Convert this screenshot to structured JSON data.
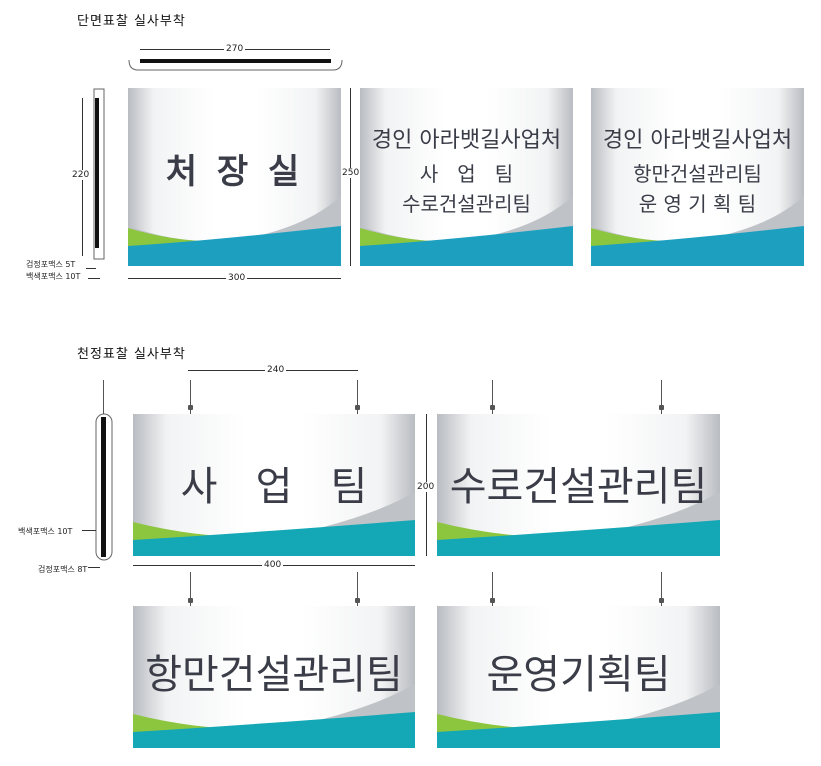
{
  "sections": {
    "wall": "단면표찰 실사부착",
    "ceiling": "천정표찰 실사부착"
  },
  "dimensions": {
    "wall_top_width": "270",
    "wall_side_height": "220",
    "wall_sign_height": "250",
    "wall_sign_width": "300",
    "ceiling_rod_spacing": "240",
    "ceiling_sign_height": "200",
    "ceiling_sign_width": "400"
  },
  "materials": {
    "wall_layer1": "검정포맥스 5T",
    "wall_layer2": "백색포맥스 10T",
    "ceiling_layer1": "백색포맥스 10T",
    "ceiling_layer2": "검정포맥스 8T"
  },
  "wall_signs": [
    {
      "lines": [
        "처 장 실"
      ]
    },
    {
      "lines": [
        "경인 아라뱃길사업처",
        "사   업   팀",
        "수로건설관리팀"
      ]
    },
    {
      "lines": [
        "경인 아라뱃길사업처",
        "항만건설관리팀",
        "운 영 기 획 팀"
      ]
    }
  ],
  "ceiling_signs": [
    {
      "text": "사   업   팀"
    },
    {
      "text": "수로건설관리팀"
    },
    {
      "text": "항만건설관리팀"
    },
    {
      "text": "운영기획팀"
    }
  ],
  "colors": {
    "text": "#3a3d48",
    "green": "#8cc63f",
    "blue": "#1d9fc0",
    "teal": "#14a7b6",
    "gray": "#bfc2c6"
  }
}
